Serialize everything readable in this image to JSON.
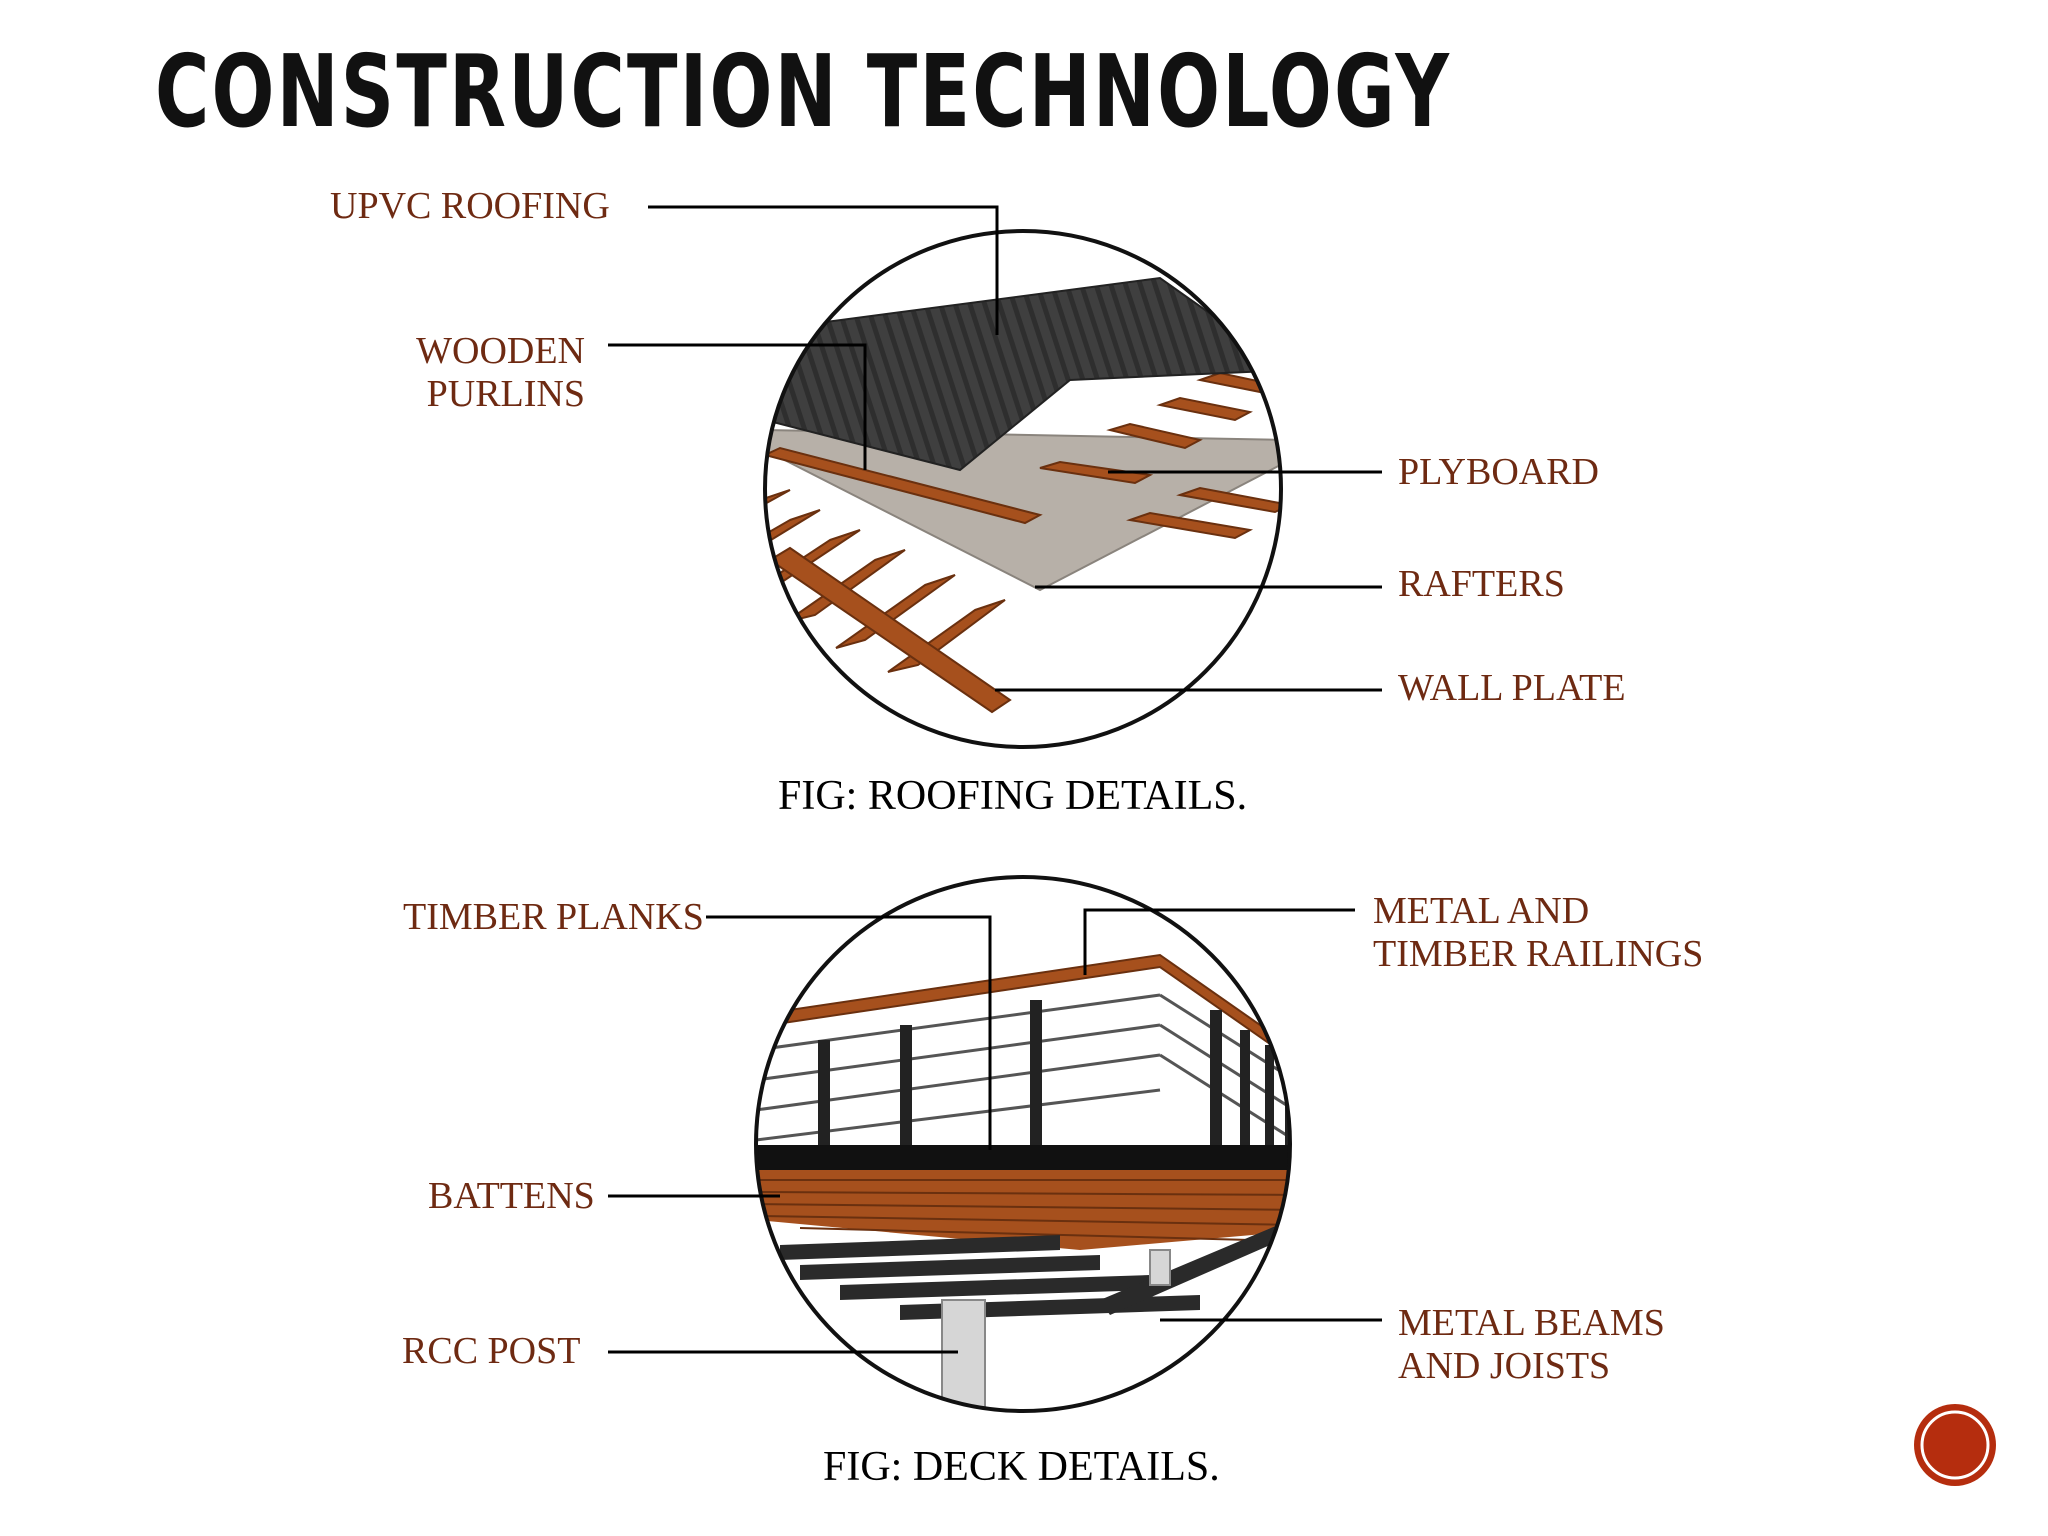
{
  "slide": {
    "title": "CONSTRUCTION TECHNOLOGY"
  },
  "roofing": {
    "caption": "FIG: ROOFING DETAILS.",
    "labels": {
      "upvc_roofing": "UPVC ROOFING",
      "wooden_purlins_line1": "WOODEN",
      "wooden_purlins_line2": "PURLINS",
      "plyboard": "PLYBOARD",
      "rafters": "RAFTERS",
      "wall_plate": "WALL PLATE"
    }
  },
  "deck": {
    "caption": "FIG: DECK DETAILS.",
    "labels": {
      "timber_planks": "TIMBER PLANKS",
      "railings_line1": "METAL AND",
      "railings_line2": "TIMBER RAILINGS",
      "battens": "BATTENS",
      "rcc_post": "RCC POST",
      "beams_line1": "METAL BEAMS",
      "beams_line2": "AND JOISTS"
    }
  },
  "colors": {
    "label": "#6e2a12",
    "timber": "#a6501d",
    "roof_sheet": "#3d3d3d",
    "plyboard": "#b7b0a8",
    "metal": "#2a2a2a",
    "badge": "#b52d0e"
  }
}
